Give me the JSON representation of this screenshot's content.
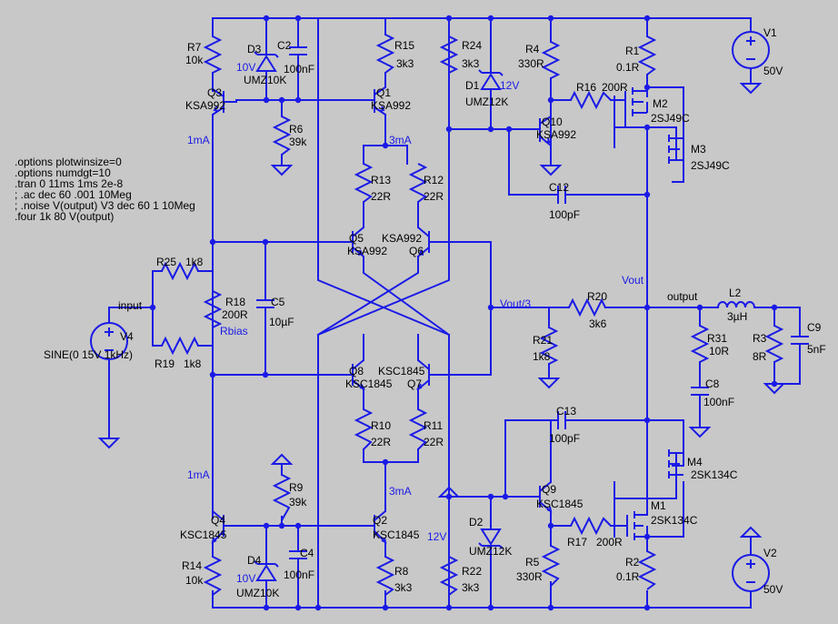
{
  "directives": [
    ".options plotwinsize=0",
    ".options numdgt=10",
    ".tran 0 11ms 1ms 2e-8",
    "; .ac dec 60 .001 10Meg",
    "; .noise V(output) V3 dec 60 1 10Meg",
    ".four 1k 80 V(output)"
  ],
  "components": {
    "R7": [
      "R7",
      "10k"
    ],
    "R15": [
      "R15",
      "3k3"
    ],
    "R24": [
      "R24",
      "3k3"
    ],
    "R4": [
      "R4",
      "330R"
    ],
    "R1": [
      "R1",
      "0.1R"
    ],
    "R16": [
      "R16",
      "200R"
    ],
    "R6": [
      "R6",
      "39k"
    ],
    "R13": [
      "R13",
      "22R"
    ],
    "R12": [
      "R12",
      "22R"
    ],
    "R25": [
      "R25",
      "1k8"
    ],
    "R18": [
      "R18",
      "200R"
    ],
    "R19": [
      "R19",
      "1k8"
    ],
    "R20": [
      "R20",
      "3k6"
    ],
    "R21": [
      "R21",
      "1k8"
    ],
    "R31": [
      "R31",
      "10R"
    ],
    "R3": [
      "R3",
      "8R"
    ],
    "R10": [
      "R10",
      "22R"
    ],
    "R11": [
      "R11",
      "22R"
    ],
    "R9": [
      "R9",
      "39k"
    ],
    "R14": [
      "R14",
      "10k"
    ],
    "R8": [
      "R8",
      "3k3"
    ],
    "R22": [
      "R22",
      "3k3"
    ],
    "R5": [
      "R5",
      "330R"
    ],
    "R17": [
      "R17",
      "200R"
    ],
    "R2": [
      "R2",
      "0.1R"
    ],
    "D3": [
      "D3",
      "UMZ10K"
    ],
    "D1": [
      "D1",
      "UMZ12K"
    ],
    "D2": [
      "D2",
      "UMZ12K"
    ],
    "D4": [
      "D4",
      "UMZ10K"
    ],
    "C2": [
      "C2",
      "100nF"
    ],
    "C5": [
      "C5",
      "10µF"
    ],
    "C12": [
      "C12",
      "100pF"
    ],
    "C13": [
      "C13",
      "100pF"
    ],
    "C8": [
      "C8",
      "100nF"
    ],
    "C9": [
      "C9",
      "5nF"
    ],
    "C4": [
      "C4",
      "100nF"
    ],
    "L2": [
      "L2",
      "3µH"
    ],
    "Q3": [
      "Q3",
      "KSA992"
    ],
    "Q1": [
      "Q1",
      "KSA992"
    ],
    "Q10": [
      "Q10",
      "KSA992"
    ],
    "Q5": [
      "Q5",
      "KSA992"
    ],
    "Q6": [
      "Q6",
      "KSA992"
    ],
    "Q8": [
      "Q8",
      "KSC1845"
    ],
    "Q7": [
      "Q7",
      "KSC1845"
    ],
    "Q9": [
      "Q9",
      "KSC1845"
    ],
    "Q4": [
      "Q4",
      "KSC1845"
    ],
    "Q2": [
      "Q2",
      "KSC1845"
    ],
    "M2": [
      "M2",
      "2SJ49C"
    ],
    "M3": [
      "M3",
      "2SJ49C"
    ],
    "M4": [
      "M4",
      "2SK134C"
    ],
    "M1": [
      "M1",
      "2SK134C"
    ],
    "V1": [
      "V1",
      "50V"
    ],
    "V2": [
      "V2",
      "50V"
    ],
    "V4": [
      "V4",
      "SINE(0 15V 1kHz)"
    ]
  },
  "annotations": {
    "d3_volt": "10V",
    "d1_volt": "12V",
    "d2_volt": "12V",
    "d4_volt": "10V",
    "cur_q3": "1mA",
    "cur_q1": "3mA",
    "cur_q4": "1mA",
    "cur_q2": "3mA",
    "rbias": "Rbias"
  },
  "nets": {
    "input": "input",
    "vout3": "Vout/3",
    "vout": "Vout",
    "output": "output"
  },
  "colors": {
    "background": "#c8c8c8",
    "wire": "#1a1ae6",
    "text": "#000000"
  }
}
